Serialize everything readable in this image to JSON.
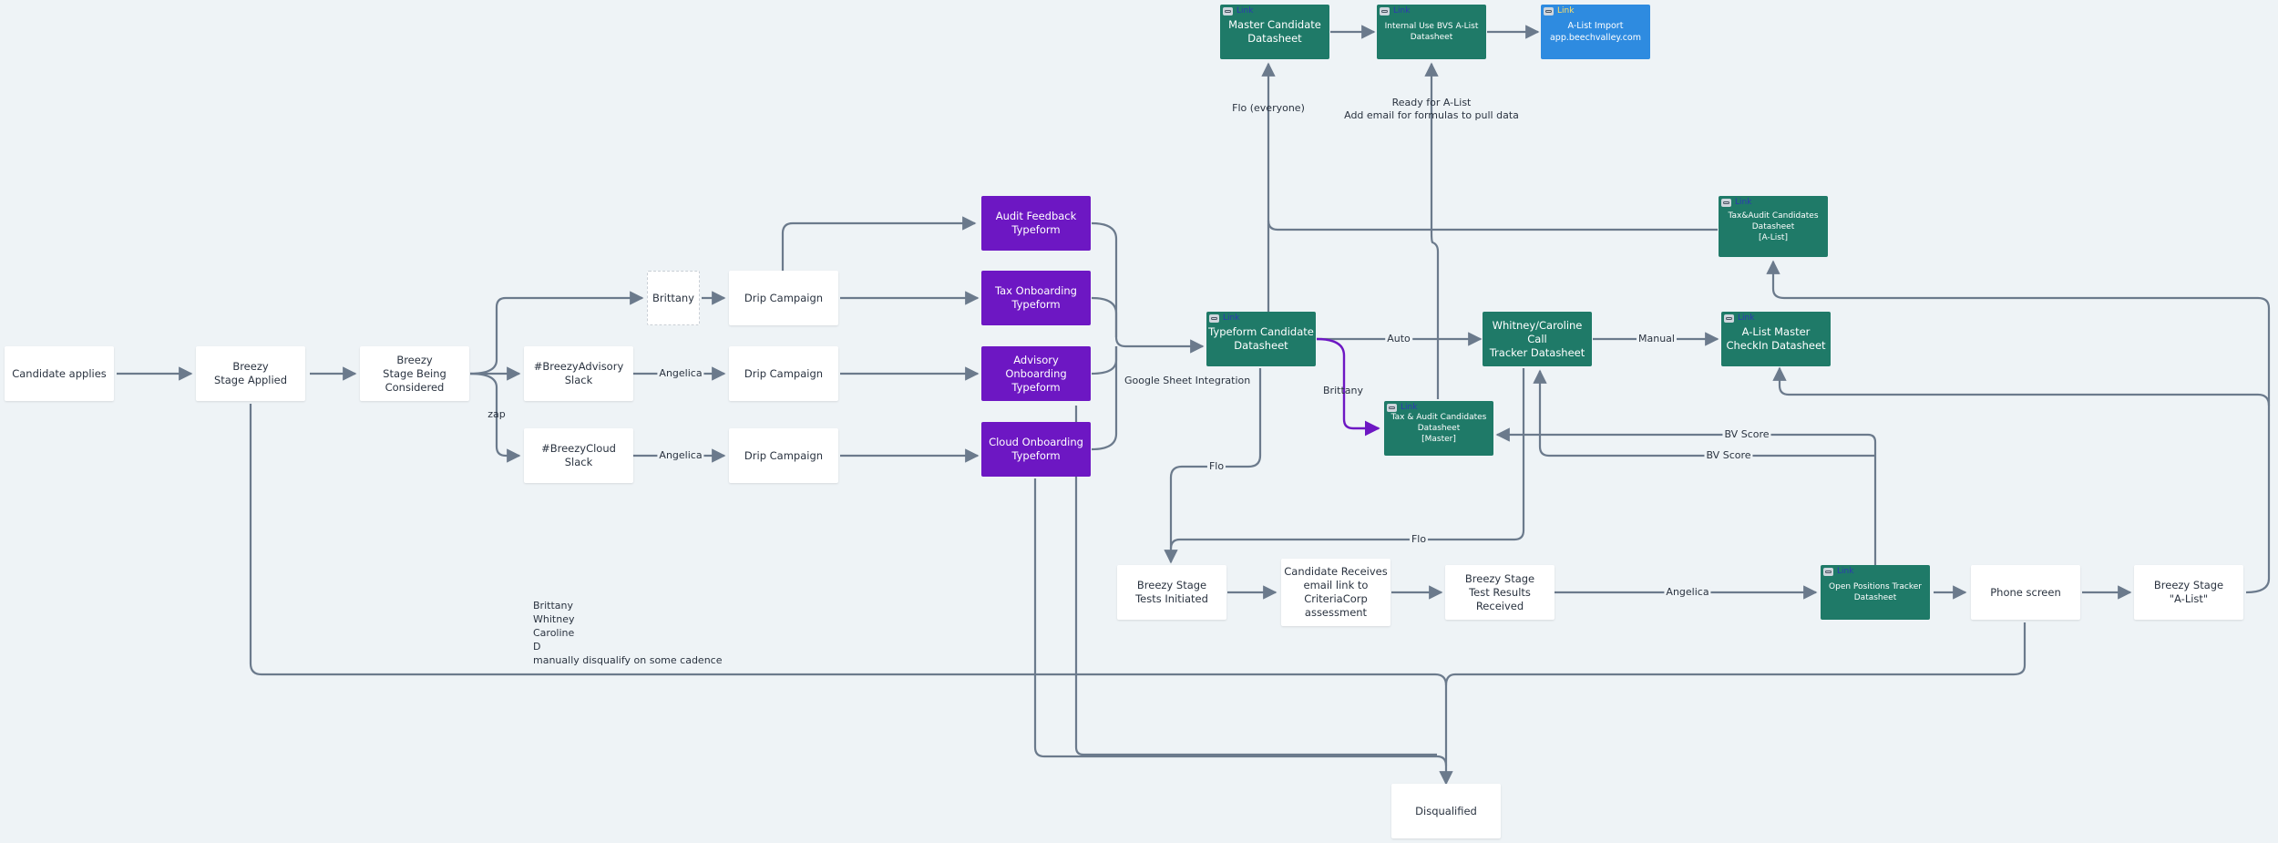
{
  "nodes": {
    "candidate_applies": "Candidate applies",
    "breezy_applied": "Breezy\nStage Applied",
    "breezy_considered": "Breezy\nStage Being\nConsidered",
    "brittany_box": "Brittany",
    "drip_1": "Drip Campaign",
    "advisory_slack": "#BreezyAdvisory\nSlack",
    "drip_2": "Drip Campaign",
    "cloud_slack": "#BreezyCloud\nSlack",
    "drip_3": "Drip Campaign",
    "audit_typeform": "Audit Feedback\nTypeform",
    "tax_typeform": "Tax Onboarding\nTypeform",
    "advisory_typeform": "Advisory Onboarding\nTypeform",
    "cloud_typeform": "Cloud Onboarding\nTypeform",
    "typeform_datasheet": "Typeform Candidate\nDatasheet",
    "master_datasheet": "Master Candidate\nDatasheet",
    "internal_bvs": "Internal Use BVS A-List\nDatasheet",
    "alist_import": "A-List Import\napp.beechvalley.com",
    "tax_audit_alist": "Tax&Audit Candidates\nDatasheet\n[A-List]",
    "call_tracker": "Whitney/Caroline Call\nTracker Datasheet",
    "alist_master": "A-List Master\nCheckIn Datasheet",
    "tax_audit_master": "Tax & Audit Candidates\nDatasheet\n[Master]",
    "tests_initiated": "Breezy Stage\nTests Initiated",
    "criteria": "Candidate Receives\nemail link to\nCriteriaCorp\nassessment",
    "test_results": "Breezy Stage\nTest Results\nReceived",
    "open_positions": "Open Positions Tracker\nDatasheet",
    "phone_screen": "Phone screen",
    "breezy_alist": "Breezy Stage\n\"A-List\"",
    "disqualified": "Disqualified"
  },
  "link_label": "Link",
  "edge_labels": {
    "zap": "zap",
    "angelica_1": "Angelica",
    "angelica_2": "Angelica",
    "angelica_3": "Angelica",
    "brittany": "Brittany",
    "auto": "Auto",
    "manual": "Manual",
    "google_sheet": "Google Sheet Integration",
    "flo_everyone": "Flo (everyone)",
    "ready_alist": "Ready for A-List\nAdd email for formulas to pull data",
    "flo_1": "Flo",
    "flo_2": "Flo",
    "bv_score_1": "BV Score",
    "bv_score_2": "BV Score"
  },
  "note": "Brittany\nWhitney\nCaroline\nD\nmanually disqualify on some cadence",
  "colors": {
    "edge": "#6b7a8c",
    "purple_edge": "#6d17c3",
    "purple_node": "#6d17c3",
    "teal_node": "#1f7a68",
    "blue_node": "#2e8be0",
    "background": "#eef3f6"
  },
  "icons": {
    "link": "link-icon",
    "arrow": "arrowhead"
  }
}
